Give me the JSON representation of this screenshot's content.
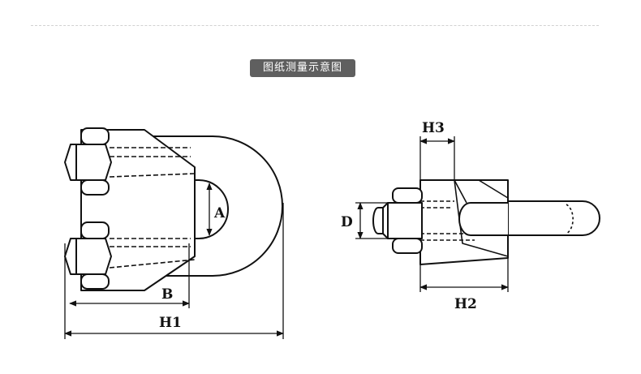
{
  "header": {
    "title": "图纸测量示意图"
  },
  "labels": {
    "a": "A",
    "b": "B",
    "h1": "H1",
    "d": "D",
    "h2": "H2",
    "h3": "H3"
  }
}
